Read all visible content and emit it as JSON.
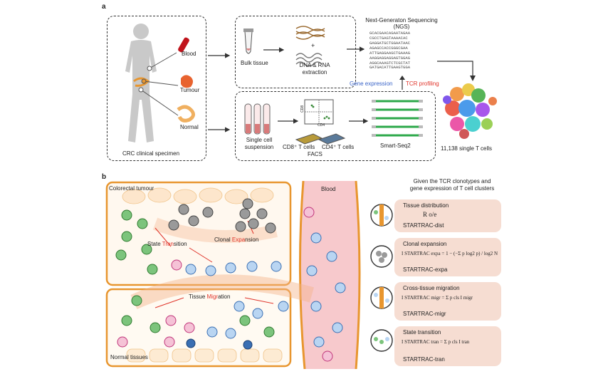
{
  "panel_a": {
    "label": "a",
    "sources": {
      "blood": "Blood",
      "tumour": "Tumour",
      "normal": "Normal",
      "caption": "CRC clinical specimen"
    },
    "ngs_title": "Next-Generaton Sequencing",
    "ngs_sub": "(NGS)",
    "sequences": [
      "GCACGAACAGAATAGAA",
      "CGCCTGAGTAAAACAC",
      "GAGGATGCTGGAATAAC",
      "AGAGCCACCGGGCGAA",
      "ATTGAGGAAGCTGAAAG",
      "AAGGAGGAGGAGTGGAG",
      "AGGCAAAGTCTCGCTAT",
      "GATGACATTGAAGTGGA"
    ],
    "bulk_tissue": "Bulk tissue",
    "dna_rna": "DNA & RNA",
    "extraction": "extraction",
    "plus": "+",
    "gene_expression": "Gene expression",
    "tcr_profiling": "TCR profiling",
    "single_cell": "Single cell",
    "suspension": "suspension",
    "cd8_axis": "CD8",
    "cd4_axis": "CD4",
    "cd8_cells": "CD8⁺ T cells",
    "cd4_cells": "CD4⁺ T cells",
    "facs": "FACS",
    "smart_seq": "Smart-Seq2",
    "total_cells": "11,138 single T cells"
  },
  "panel_b": {
    "label": "b",
    "colorectal": "Colorectal tumour",
    "blood": "Blood",
    "normal": "Normal tissues",
    "state_trans_1": "State ",
    "state_trans_2": "Tran",
    "state_trans_3": "sition",
    "clonal_exp_1": "Clonal ",
    "clonal_exp_2": "Expa",
    "clonal_exp_3": "nsion",
    "tissue_mig_1": "Tissue ",
    "tissue_mig_2": "Migr",
    "tissue_mig_3": "ation",
    "given_1": "Given the TCR clonotypes and",
    "given_2": "gene expression of T cell clusters",
    "metrics": [
      {
        "title": "Tissue distribution",
        "main": "R o/e",
        "name": "STARTRAC-dist"
      },
      {
        "title": "Clonal expansion",
        "main": "I STARTRAC expa = 1 − (−Σ p log2 p) / log2 N",
        "name": "STARTRAC-expa"
      },
      {
        "title": "Cross-tissue migration",
        "main": "I STARTRAC migr = Σ p cls I migr",
        "name": "STARTRAC-migr"
      },
      {
        "title": "State transition",
        "main": "I STARTRAC tran = Σ p cls I tran",
        "name": "STARTRAC-tran"
      }
    ]
  },
  "colors": {
    "tumour_orange": "#e8962f",
    "blood_red": "#e8a0a8",
    "formula_bg": "#f6ddd2",
    "highlight_red": "#e0342a",
    "gene_blue": "#3a64c8"
  }
}
